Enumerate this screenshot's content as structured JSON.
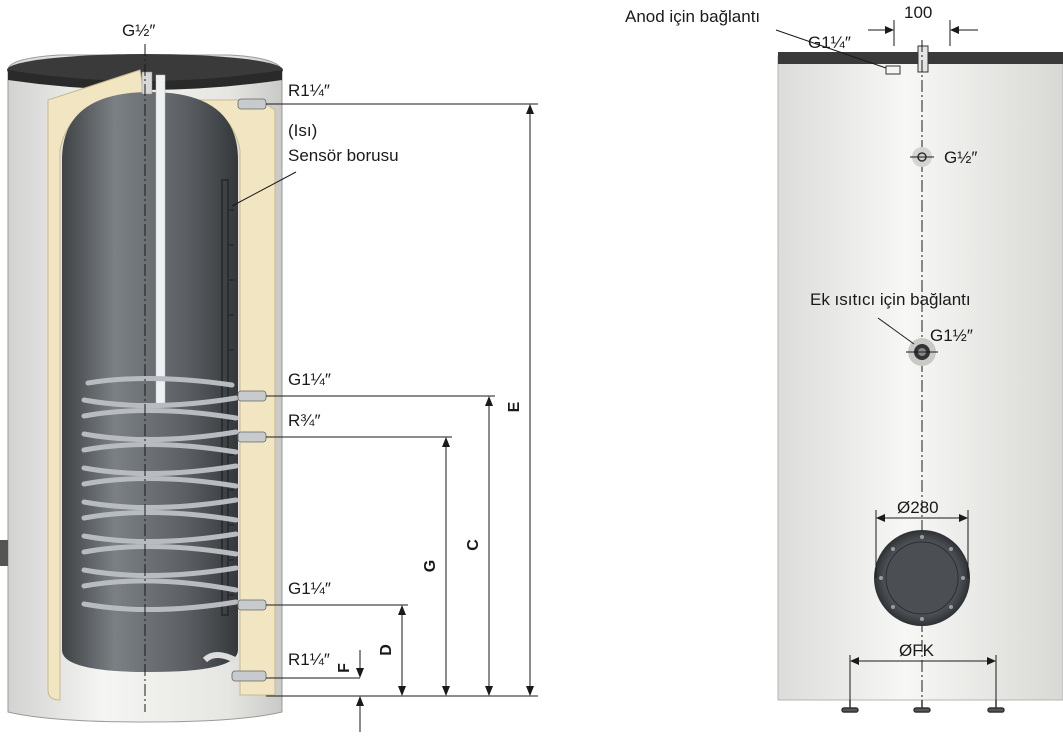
{
  "left_view": {
    "top_connection": "G½″",
    "heat_sensor_label_1": "(Isı)",
    "heat_sensor_label_2": "Sensör borusu",
    "connections": [
      {
        "label": "R1¼″"
      },
      {
        "label": "G1¼″"
      },
      {
        "label": "R¾″"
      },
      {
        "label": "G1¼″"
      },
      {
        "label": "R1¼″"
      }
    ],
    "dimensions": {
      "E": "E",
      "C": "C",
      "G": "G",
      "D": "D",
      "F": "F"
    }
  },
  "right_view": {
    "anode_label": "Anod için bağlantı",
    "anode_thread": "G1¼″",
    "spacing": "100",
    "sensor_port": "G½″",
    "heater_label": "Ek ısıtıcı için bağlantı",
    "heater_thread": "G1½″",
    "flange_diameter": "Ø280",
    "foot_circle": "ØFK"
  },
  "colors": {
    "shell": "#ececea",
    "insulation": "#f2e6c2",
    "tank": "#5c6064",
    "lid": "#3a3a3a",
    "coil": "#b8bcc0"
  }
}
